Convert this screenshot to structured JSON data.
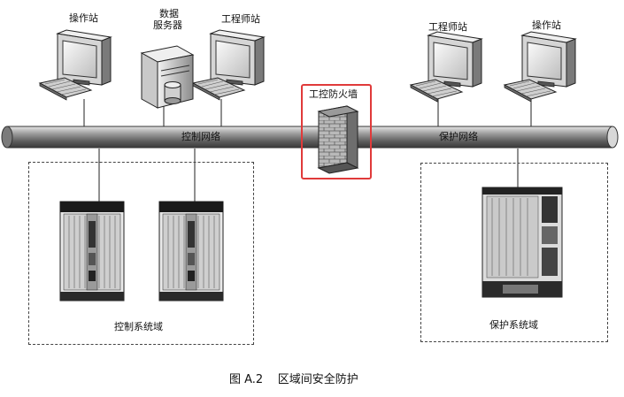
{
  "stations_left": [
    {
      "label": "操作站"
    },
    {
      "label_line1": "数据",
      "label_line2": "服务器"
    },
    {
      "label": "工程师站"
    }
  ],
  "stations_right": [
    {
      "label": "工程师站"
    },
    {
      "label": "操作站"
    }
  ],
  "firewall": {
    "label": "工控防火墙"
  },
  "network": {
    "control_label": "控制网络",
    "protection_label": "保护网络"
  },
  "zones": {
    "control": "控制系统域",
    "protection": "保护系统域"
  },
  "caption": "图 A.2    区域间安全防护"
}
